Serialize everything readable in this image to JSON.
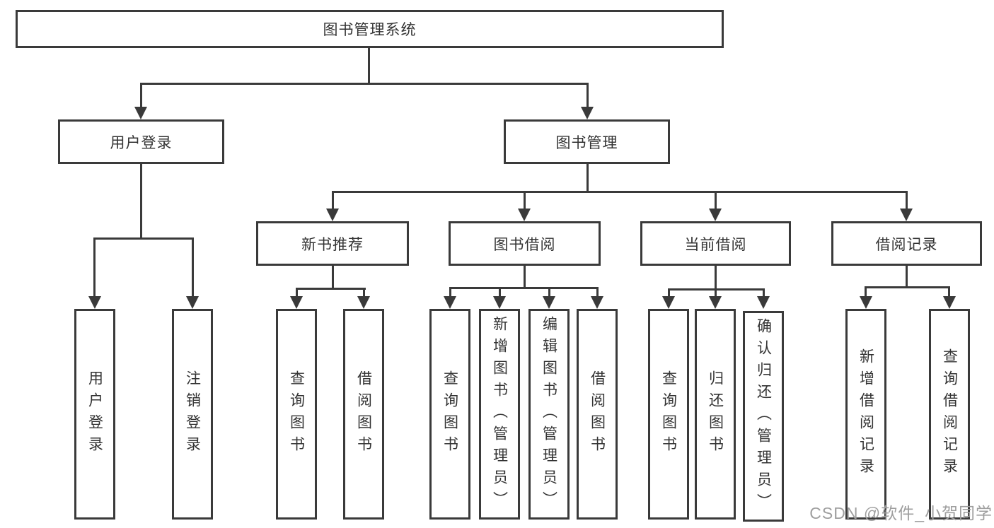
{
  "watermark": "CSDN @软件_小贺同学",
  "colors": {
    "line": "#3a3a3a",
    "box_border": "#3a3a3a",
    "text": "#333333",
    "watermark": "#9e9e9e",
    "background": "#ffffff"
  },
  "tree": {
    "root": "图书管理系统",
    "level2": [
      {
        "label": "用户登录",
        "leaves": [
          "用户登录",
          "注销登录"
        ]
      },
      {
        "label": "图书管理",
        "groups": [
          {
            "label": "新书推荐",
            "leaves": [
              "查询图书",
              "借阅图书"
            ]
          },
          {
            "label": "图书借阅",
            "leaves": [
              "查询图书",
              "新增图书（管理员）",
              "编辑图书（管理员）",
              "借阅图书"
            ]
          },
          {
            "label": "当前借阅",
            "leaves": [
              "查询图书",
              "归还图书",
              "确认归还（管理员）"
            ]
          },
          {
            "label": "借阅记录",
            "leaves": [
              "新增借阅记录",
              "查询借阅记录"
            ]
          }
        ]
      }
    ]
  }
}
